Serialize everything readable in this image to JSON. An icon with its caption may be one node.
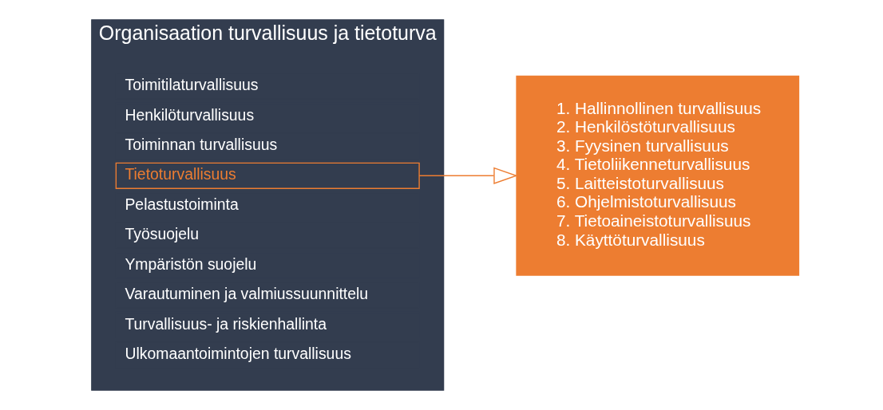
{
  "diagram": {
    "nodes": [
      {
        "text": [
          "Organisaation turvallisuus ja tietoturva"
        ]
      },
      {
        "text": [
          "Toimitilaturvallisuus"
        ],
        "in": 0
      },
      {
        "text": [
          "Henkilöturvallisuus"
        ],
        "in": 0
      },
      {
        "text": [
          "Toiminnan turvallisuus"
        ],
        "in": 0
      },
      {
        "text": [
          "Tietoturvallisuus"
        ],
        "in": 0
      },
      {
        "text": [
          "Pelastustoiminta"
        ],
        "in": 0
      },
      {
        "text": [
          "Työsuojelu"
        ],
        "in": 0
      },
      {
        "text": [
          "Ympäristön suojelu"
        ],
        "in": 0
      },
      {
        "text": [
          "Varautuminen ja valmiussuunnittelu"
        ],
        "in": 0
      },
      {
        "text": [
          "Turvallisuus- ja riskienhallinta"
        ],
        "in": 0
      },
      {
        "text": [
          "Ulkomaantoimintojen turvallisuus"
        ],
        "in": 0
      },
      {
        "text": [
          "1. Hallinnollinen turvallisuus",
          "2. Henkilöstöturvallisuus",
          "3. Fyysinen turvallisuus",
          "4. Tietoliikenneturvallisuus",
          "5. Laitteistoturvallisuus",
          "6. Ohjelmistoturvallisuus",
          "7. Tietoaineistoturvallisuus",
          "8. Käyttöturvallisuus"
        ]
      }
    ],
    "edges": [
      {
        "from": 4,
        "to": 11,
        "arrow": "to",
        "color": "#ed7d31"
      }
    ]
  }
}
